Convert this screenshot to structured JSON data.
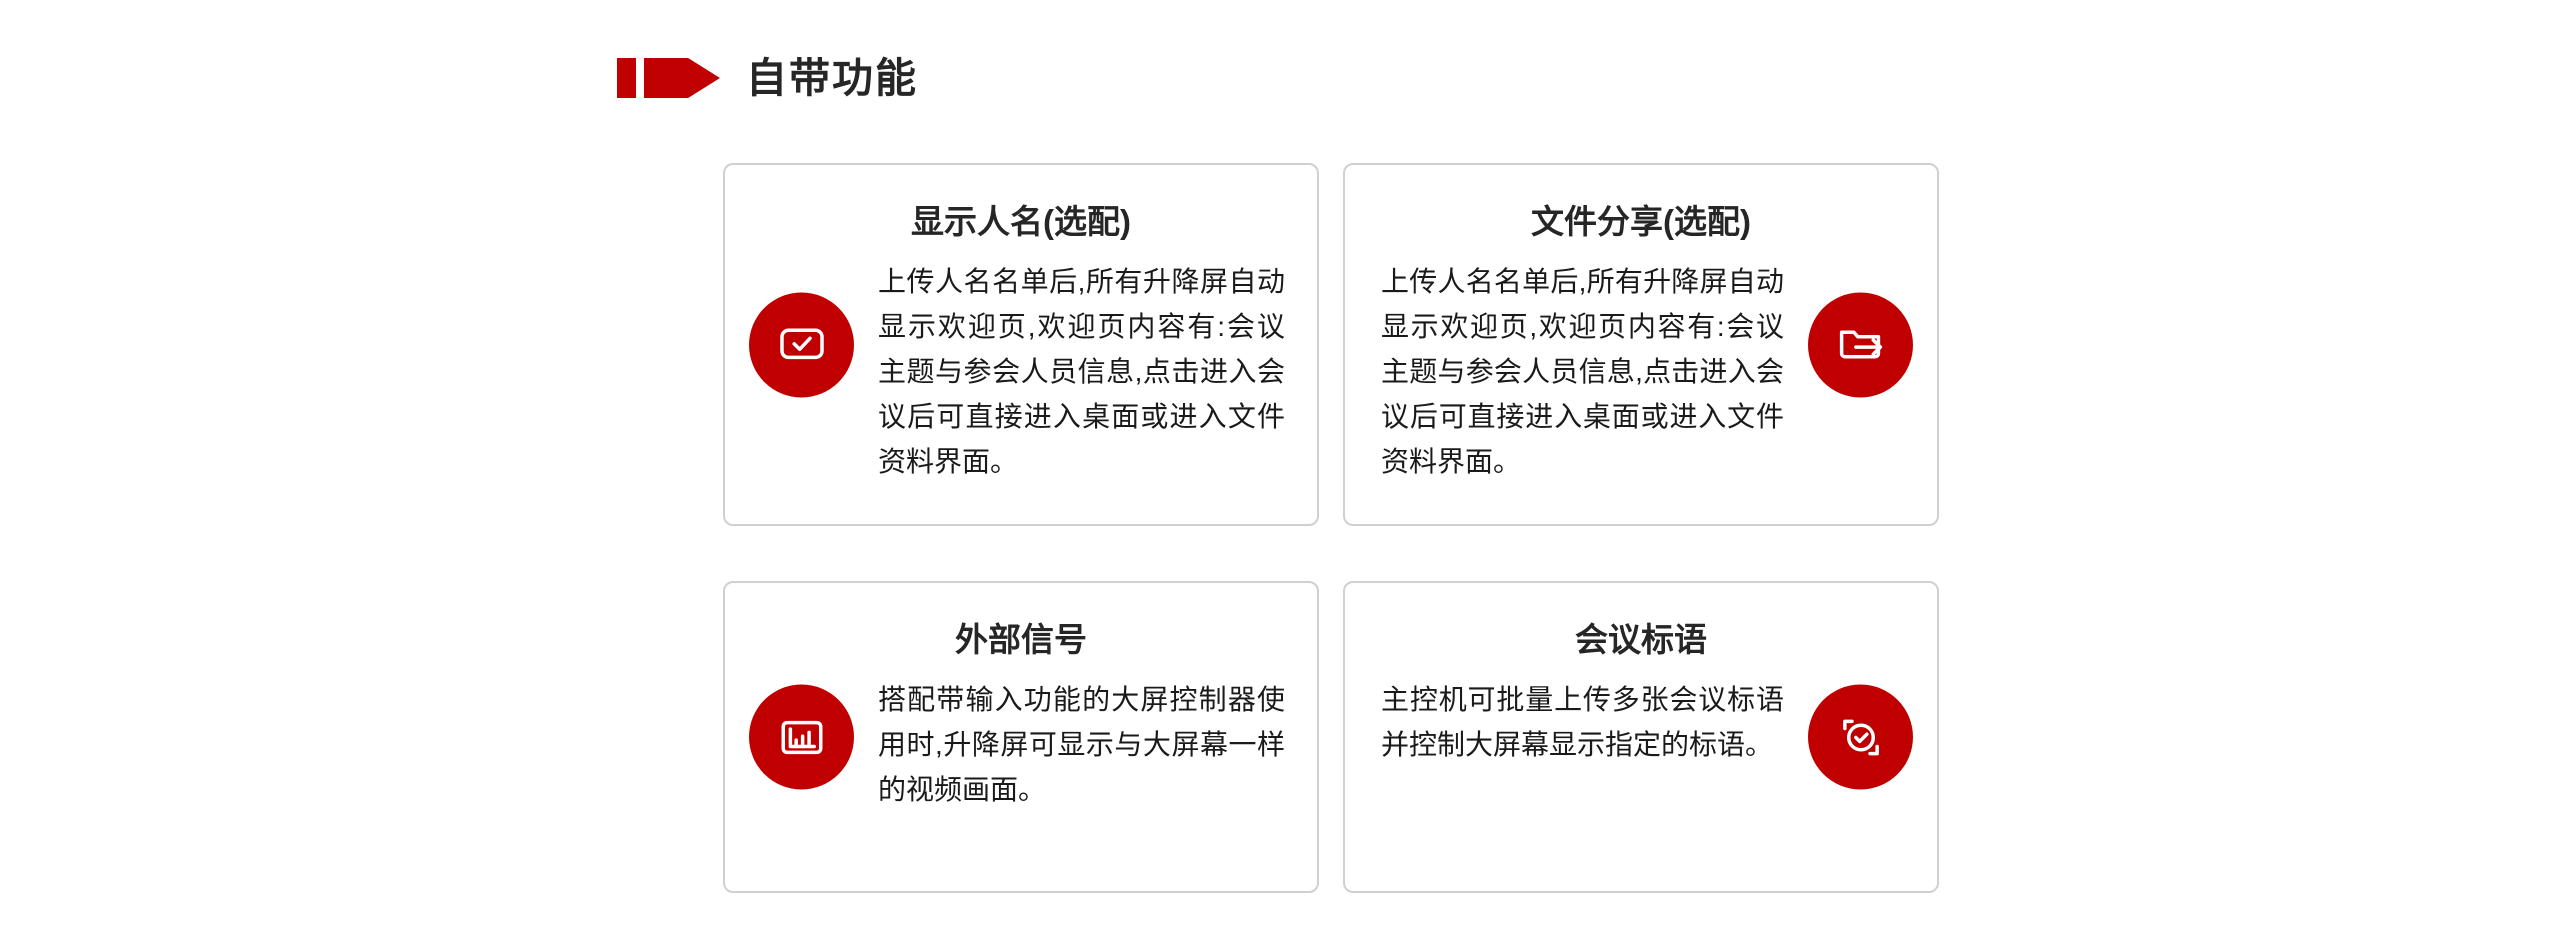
{
  "page": {
    "background": "#ffffff",
    "accent_color": "#c00000",
    "title_color": "#262626",
    "body_text_color": "#1a1a1a",
    "card_border_color": "#d0d0d0"
  },
  "header": {
    "icon": "red-arrow-flag-icon",
    "title": "自带功能"
  },
  "cards": [
    {
      "id": "display-names",
      "title": "显示人名(选配)",
      "body": "上传人名名单后,所有升降屏自动显示欢迎页,欢迎页内容有:会议主题与参会人员信息,点击进入会议后可直接进入桌面或进入文件资料界面。",
      "icon": "screen-check-icon",
      "icon_side": "left"
    },
    {
      "id": "file-sharing",
      "title": "文件分享(选配)",
      "body": "上传人名名单后,所有升降屏自动显示欢迎页,欢迎页内容有:会议主题与参会人员信息,点击进入会议后可直接进入桌面或进入文件资料界面。",
      "icon": "folder-share-icon",
      "icon_side": "right"
    },
    {
      "id": "external-signal",
      "title": "外部信号",
      "body": "搭配带输入功能的大屏控制器使用时,升降屏可显示与大屏幕一样的视频画面。",
      "icon": "bar-chart-screen-icon",
      "icon_side": "left"
    },
    {
      "id": "meeting-slogan",
      "title": "会议标语",
      "body": "主控机可批量上传多张会议标语并控制大屏幕显示指定的标语。",
      "icon": "certificate-check-icon",
      "icon_side": "right"
    }
  ]
}
